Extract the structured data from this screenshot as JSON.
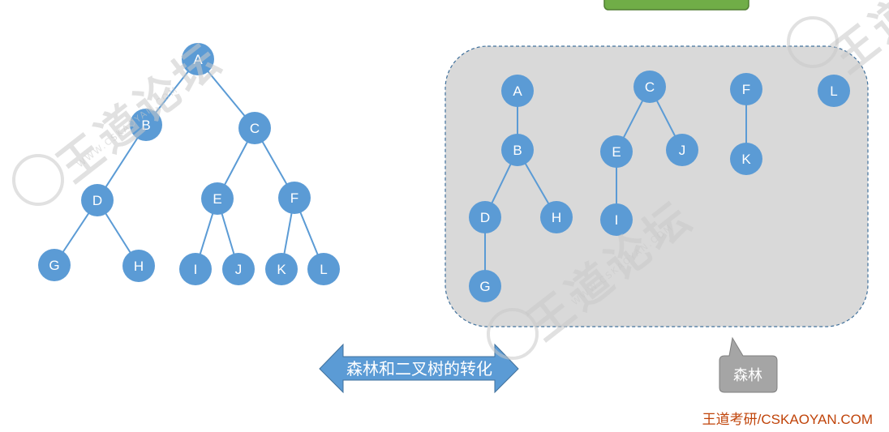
{
  "binary_tree": {
    "nodes": [
      {
        "id": "A",
        "label": "A"
      },
      {
        "id": "B",
        "label": "B"
      },
      {
        "id": "C",
        "label": "C"
      },
      {
        "id": "D",
        "label": "D"
      },
      {
        "id": "E",
        "label": "E"
      },
      {
        "id": "F",
        "label": "F"
      },
      {
        "id": "G",
        "label": "G"
      },
      {
        "id": "H",
        "label": "H"
      },
      {
        "id": "I",
        "label": "I"
      },
      {
        "id": "J",
        "label": "J"
      },
      {
        "id": "K",
        "label": "K"
      },
      {
        "id": "L",
        "label": "L"
      }
    ],
    "edges": [
      [
        "A",
        "B"
      ],
      [
        "A",
        "C"
      ],
      [
        "B",
        "D"
      ],
      [
        "C",
        "E"
      ],
      [
        "C",
        "F"
      ],
      [
        "D",
        "G"
      ],
      [
        "D",
        "H"
      ],
      [
        "E",
        "I"
      ],
      [
        "E",
        "J"
      ],
      [
        "F",
        "K"
      ],
      [
        "F",
        "L"
      ]
    ]
  },
  "forest": {
    "nodes": [
      {
        "id": "A",
        "label": "A"
      },
      {
        "id": "B",
        "label": "B"
      },
      {
        "id": "D",
        "label": "D"
      },
      {
        "id": "G",
        "label": "G"
      },
      {
        "id": "H",
        "label": "H"
      },
      {
        "id": "C",
        "label": "C"
      },
      {
        "id": "E",
        "label": "E"
      },
      {
        "id": "I",
        "label": "I"
      },
      {
        "id": "J",
        "label": "J"
      },
      {
        "id": "F",
        "label": "F"
      },
      {
        "id": "K",
        "label": "K"
      },
      {
        "id": "L",
        "label": "L"
      }
    ],
    "edges": [
      [
        "A",
        "B"
      ],
      [
        "B",
        "D"
      ],
      [
        "B",
        "H"
      ],
      [
        "D",
        "G"
      ],
      [
        "C",
        "E"
      ],
      [
        "C",
        "J"
      ],
      [
        "E",
        "I"
      ],
      [
        "F",
        "K"
      ]
    ]
  },
  "arrow_label": "森林和二叉树的转化",
  "callout_label": "森林",
  "footer": "王道考研/CSKAOYAN.COM",
  "watermark": {
    "brand": "王道论坛",
    "site": "WWW.CSKAOYAN.COM"
  },
  "colors": {
    "node": "#5b9bd5",
    "edge": "#5b9bd5",
    "panel": "#d9d9d9",
    "panel_border": "#41719c",
    "callout": "#a5a5a5",
    "green_box": "#70ad47",
    "footer_text": "#c0440a"
  }
}
